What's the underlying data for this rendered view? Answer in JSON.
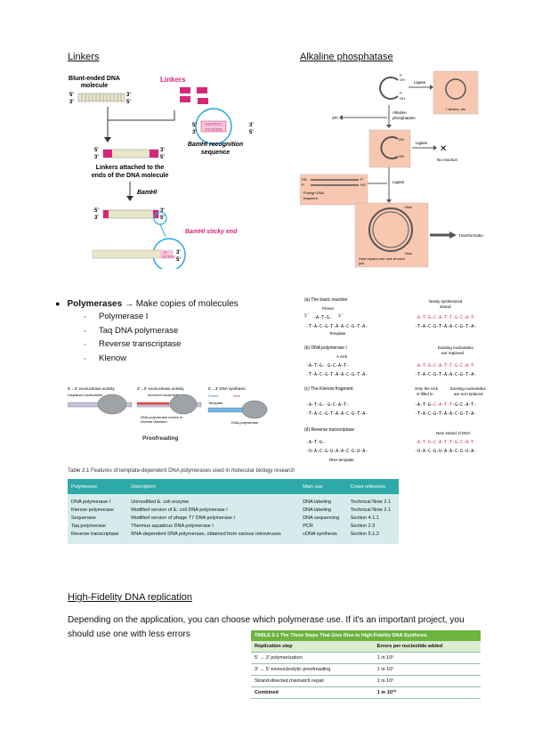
{
  "headings": {
    "linkers": "Linkers",
    "alkaline": "Alkaline phosphatase",
    "highfidelity": "High-Fidelity DNA replication"
  },
  "linkers_fig": {
    "blunt_label": "Blunt-ended DNA molecule",
    "linkers_label": "Linkers",
    "recog_seq_top": "GGATCC",
    "recog_seq_bot": "CCTAGG",
    "bamhi_recog": "BamHI recognition sequence",
    "attached": "Linkers attached to the ends of the DNA molecule",
    "bamhi": "BamHI",
    "sticky": "BamHI sticky end",
    "end5": "5'",
    "end3": "3'",
    "sticky_seq_top": "G",
    "sticky_seq_bot": "CCTAG"
  },
  "alk_fig": {
    "p": "P",
    "oh": "OH",
    "ligase": "Ligase",
    "dimers": "+ dimers, etc.",
    "alkaline": "Alkaline phosphatase",
    "twop": "2Pi",
    "no_reaction": "No reaction",
    "ho": "HO",
    "foreign": "Foreign DNA fragment",
    "nick": "Nick",
    "transformation": "Transformation",
    "host_repairs": "Host repairs one nick at each join"
  },
  "polymerases": {
    "title": "Polymerases",
    "arrow_text": "→ Make copies of molecules",
    "items": [
      "Polymerase I",
      "Taq DNA polymerase",
      "Reverse transcriptase",
      "Klenow"
    ]
  },
  "poly_fig": {
    "a": "(a) The basic reaction",
    "primer": "Primer",
    "newly": "Newly synthesized strand",
    "template": "Template",
    "b": "(b) DNA polymerase I",
    "anick": "A nick",
    "existing": "Existing nucleotides are replaced",
    "c": "(c) The Klenow fragment",
    "only_nick": "Only the nick is filled in",
    "not_replaced": "Existing nucleotides are not replaced",
    "d": "(d) Reverse transcriptase",
    "new_dna": "New strand of DNA",
    "rna_template": "RNA template",
    "seq_primer": "-A-T-G-",
    "seq_template": "-T-A-C-G-T-A-A-C-G-T-A-",
    "seq_new": "-A-T-G-C-A-T-T-G-C-A-T-",
    "seq_nick": "-A-T-G-      G-C-A-T-",
    "seq_rna": "-U-A-C-G-U-A-A-C-G-U-A-",
    "five": "5'",
    "three": "3'"
  },
  "proof_fig": {
    "exo53": "5'→3' exonuclease activity",
    "displaced": "Displaced nucleotides",
    "exo35": "3'→5' exonuclease activity",
    "incorrect": "Incorrect nucleotide",
    "synth": "5'→3' DNA synthesis",
    "primer": "Primer",
    "new": "New",
    "template": "Template",
    "dna_pol": "DNA polymerase",
    "moves": "DNA polymerase moves in reverse direction",
    "proofreading": "Proofreading"
  },
  "table21": {
    "caption": "Table 2.1  Features of template-dependent DNA polymerases used in molecular biology research",
    "headers": [
      "Polymerase",
      "Description",
      "Main use",
      "Cross-reference"
    ],
    "rows": [
      [
        "DNA polymerase I",
        "Unmodified E. coli enzyme",
        "DNA labeling",
        "Technical Note 2.1"
      ],
      [
        "Klenow polymerase",
        "Modified version of E. coli DNA polymerase I",
        "DNA labeling",
        "Technical Note 2.1"
      ],
      [
        "Sequenase",
        "Modified version of phage T7 DNA polymerase I",
        "DNA sequencing",
        "Section 4.1.1"
      ],
      [
        "Taq polymerase",
        "Thermus aquaticus DNA polymerase I",
        "PCR",
        "Section 2.3"
      ],
      [
        "Reverse transcriptase",
        "RNA-dependent DNA polymerase, obtained from various retroviruses",
        "cDNA synthesis",
        "Section 5.1.2"
      ]
    ]
  },
  "hf_text": "Depending on the application, you can choose which polymerase use. If it's an important project, you should use one with less errors",
  "table51": {
    "caption": "TABLE 5-1  The Three Steps That Give Rise to High-Fidelity DNA Synthesis",
    "headers": [
      "Replication step",
      "Errors per nucleotide added"
    ],
    "rows": [
      [
        "5' → 3' polymerization",
        "1 in 10⁵"
      ],
      [
        "3' → 5' exonucleolytic proofreading",
        "1 in 10²"
      ],
      [
        "Strand-directed mismatch repair",
        "1 in 10³"
      ],
      [
        "Combined",
        "1 in 10¹⁰"
      ]
    ]
  },
  "colors": {
    "teal": "#2ea9a9",
    "teal_light": "#d6ecec",
    "green": "#6cb33f",
    "pink": "#d6267a",
    "blue": "#25a9e0",
    "salmon": "#f7c7b0"
  }
}
